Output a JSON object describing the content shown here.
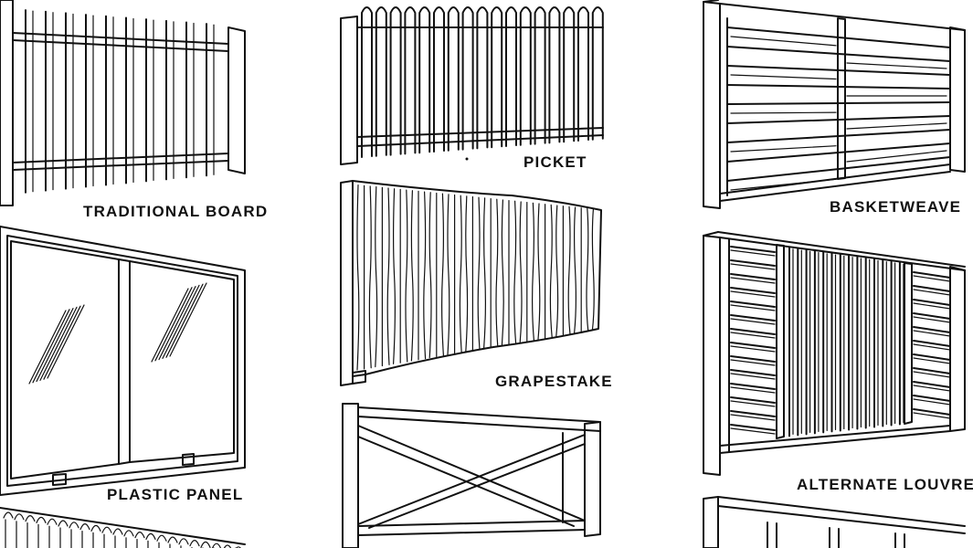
{
  "fences": [
    {
      "id": "traditional-board",
      "label": "TRADITIONAL BOARD"
    },
    {
      "id": "picket",
      "label": "PICKET"
    },
    {
      "id": "basketweave",
      "label": "BASKETWEAVE"
    },
    {
      "id": "plastic-panel",
      "label": "PLASTIC PANEL"
    },
    {
      "id": "grapestake",
      "label": "GRAPESTAKE"
    },
    {
      "id": "alternate-louvre",
      "label": "ALTERNATE LOUVRE"
    }
  ],
  "colors": {
    "ink": "#111111",
    "paper": "#ffffff"
  }
}
